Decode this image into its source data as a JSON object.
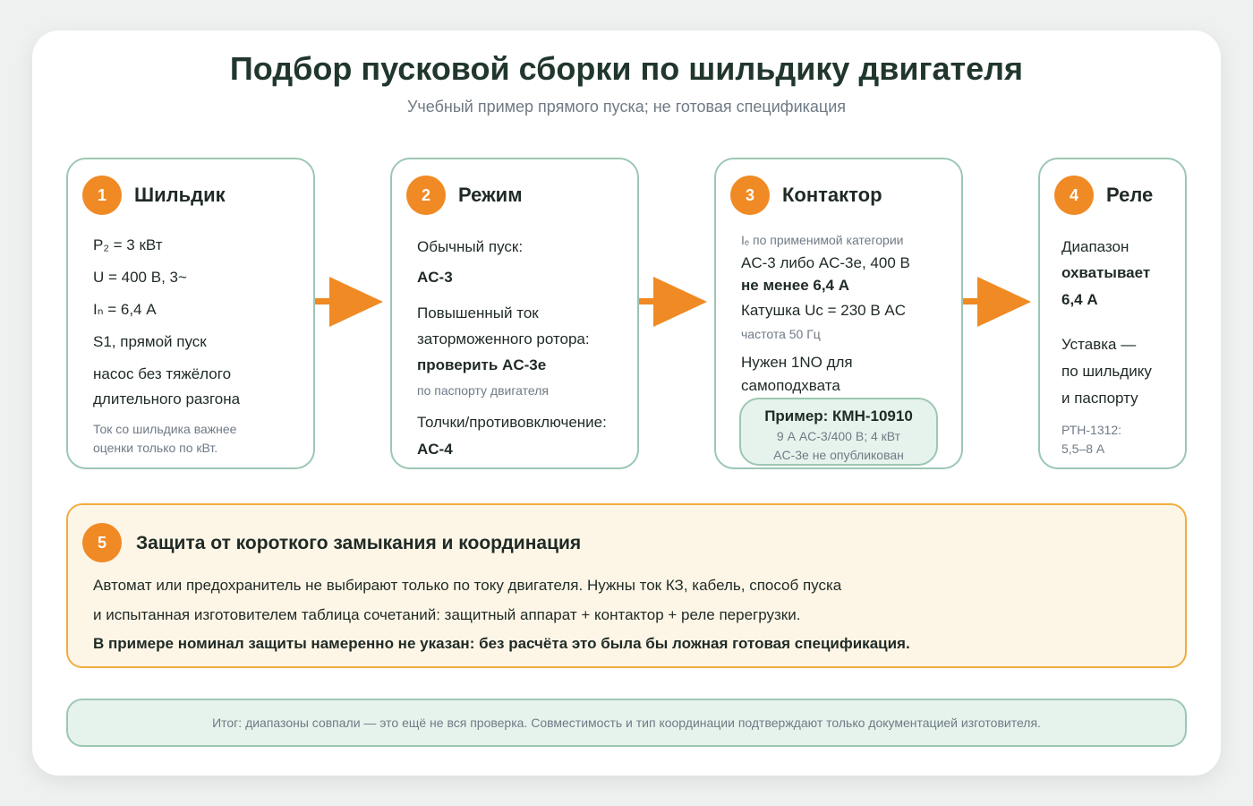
{
  "title": "Подбор пусковой сборки по шильдику двигателя",
  "subtitle": "Учебный пример прямого пуска; не готовая спецификация",
  "steps": [
    {
      "num": "1",
      "title": "Шильдик",
      "lines": [
        "P₂ = 3 кВт",
        "U = 400 В, 3~",
        "Iₙ = 6,4 А",
        "S1, прямой пуск",
        "насос без тяжёлого",
        "длительного разгона"
      ],
      "note": [
        "Ток со шильдика важнее",
        "оценки только по кВт."
      ]
    },
    {
      "num": "2",
      "title": "Режим",
      "lines": [
        "Обычный пуск:",
        "AC-3",
        "Повышенный ток",
        "заторможенного ротора:",
        "проверить AC-3e",
        "по паспорту двигателя",
        "Толчки/противовключение:",
        "AC-4"
      ]
    },
    {
      "num": "3",
      "title": "Контактор",
      "lines": [
        "Iₑ по применимой категории",
        "AC-3 либо AC-3e, 400 В",
        "не менее 6,4 А",
        "Катушка Uc = 230 В AC",
        "частота 50 Гц",
        "Нужен 1NO для",
        "самоподхвата"
      ],
      "example": {
        "title": "Пример: КМН-10910",
        "lines": [
          "9 А AC-3/400 В; 4 кВт",
          "AC-3e не опубликован"
        ]
      }
    },
    {
      "num": "4",
      "title": "Реле",
      "lines": [
        "Диапазон",
        "охватывает",
        "6,4 А",
        "Уставка —",
        "по шильдику",
        "и паспорту"
      ],
      "note": [
        "РТН-1312:",
        "5,5–8 А"
      ]
    }
  ],
  "protection": {
    "num": "5",
    "title": "Защита от короткого замыкания и координация",
    "lines": [
      "Автомат или предохранитель не выбирают только по току двигателя. Нужны ток КЗ, кабель, способ пуска",
      "и испытанная изготовителем таблица сочетаний: защитный аппарат + контактор + реле перегрузки.",
      "В примере номинал защиты намеренно не указан: без расчёта это была бы ложная готовая спецификация."
    ]
  },
  "summary": "Итог: диапазоны совпали — это ещё не вся проверка. Совместимость и тип координации подтверждают только документацией изготовителя.",
  "colors": {
    "accent": "#f08a24",
    "border": "#9cc7b3",
    "warn_bg": "#fdf6e7",
    "warn_border": "#f0ad3f",
    "ok_bg": "#e6f3ec"
  }
}
